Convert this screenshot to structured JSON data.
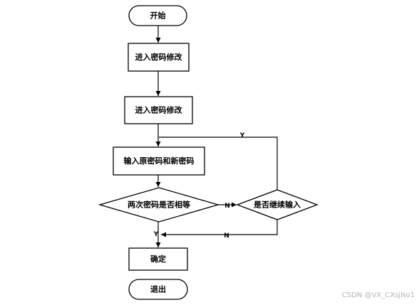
{
  "nodes": {
    "start": "开始",
    "enter_password_change_1": "进入密码修改",
    "enter_password_change_2": "进入密码修改",
    "input_passwords": "输入原密码和新密码",
    "compare_passwords": "两次密码是否相等",
    "continue_input": "是否继续输入",
    "confirm": "确定",
    "exit": "退出"
  },
  "edge_labels": {
    "compare_no": "N",
    "compare_yes": "Y",
    "continue_yes": "Y",
    "continue_no": "N"
  },
  "watermark": "CSDN @VX_CXsjNo1"
}
